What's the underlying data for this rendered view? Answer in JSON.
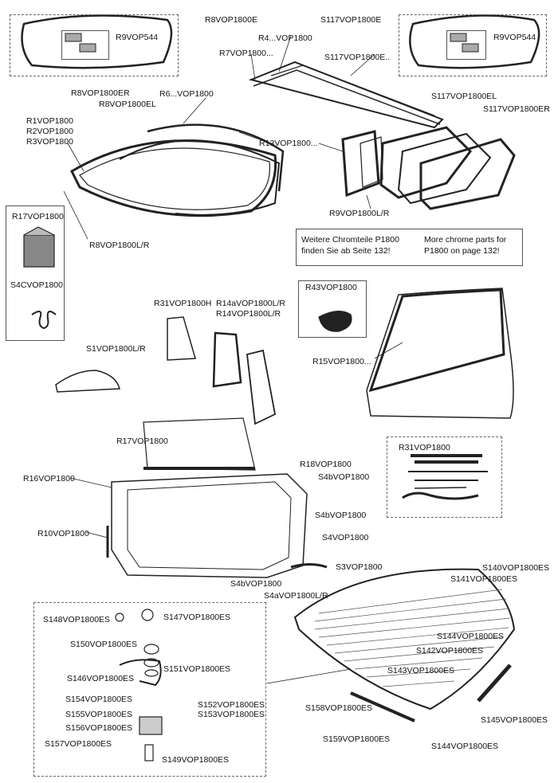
{
  "labels": {
    "r8e": "R8VOP1800E",
    "s117e_top": "S117VOP1800E",
    "r9_left": "R9VOP544",
    "r9_right": "R9VOP544",
    "r8er": "R8VOP1800ER",
    "r8el": "R8VOP1800EL",
    "r4": "R4...VOP1800",
    "r7": "R7VOP1800...",
    "s117e_mid": "S117VOP1800E..",
    "s117el": "S117VOP1800EL",
    "s117er": "S117VOP1800ER",
    "r6": "R6...VOP1800",
    "r1": "R1VOP1800",
    "r2": "R2VOP1800",
    "r3": "R3VOP1800",
    "r13": "R13VOP1800...",
    "r9lr": "R9VOP1800L/R",
    "r8lr": "R8VOP1800L/R",
    "r17": "R17VOP1800",
    "s4c": "S4CVOP1800",
    "r43": "R43VOP1800",
    "r15": "R15VOP1800...",
    "r31h": "R31VOP1800H",
    "r14a": "R14aVOP1800L/R",
    "r14": "R14VOP1800L/R",
    "s1": "S1VOP1800L/R",
    "r17b": "R17VOP1800",
    "r18": "R18VOP1800",
    "r16": "R16VOP1800",
    "s4b_1": "S4bVOP1800",
    "r31": "R31VOP1800",
    "r10": "R10VOP1800",
    "s4b_2": "S4bVOP1800",
    "s4": "S4VOP1800",
    "s3": "S3VOP1800",
    "s4b_3": "S4bVOP1800",
    "s4a": "S4aVOP1800L/R",
    "s140": "S140VOP1800ES",
    "s141": "S141VOP1800ES",
    "s148": "S148VOP1800ES",
    "s147": "S147VOP1800ES",
    "s144_a": "S144VOP1800ES",
    "s142": "S142VOP1800ES",
    "s150": "S150VOP1800ES",
    "s151": "S151VOP1800ES",
    "s143": "S143VOP1800ES",
    "s146": "S146VOP1800ES",
    "s154": "S154VOP1800ES",
    "s152": "S152VOP1800ES",
    "s155": "S155VOP1800ES",
    "s153": "S153VOP1800ES",
    "s158": "S158VOP1800ES",
    "s156": "S156VOP1800ES",
    "s145": "S145VOP1800ES",
    "s157": "S157VOP1800ES",
    "s159": "S159VOP1800ES",
    "s144_b": "S144VOP1800ES",
    "s149": "S149VOP1800ES"
  },
  "note": {
    "de_line1": "Weitere Chromteile P1800",
    "de_line2": "finden Sie ab Seite 132!",
    "en_line1": "More chrome parts for",
    "en_line2": "P1800 on page 132!"
  }
}
